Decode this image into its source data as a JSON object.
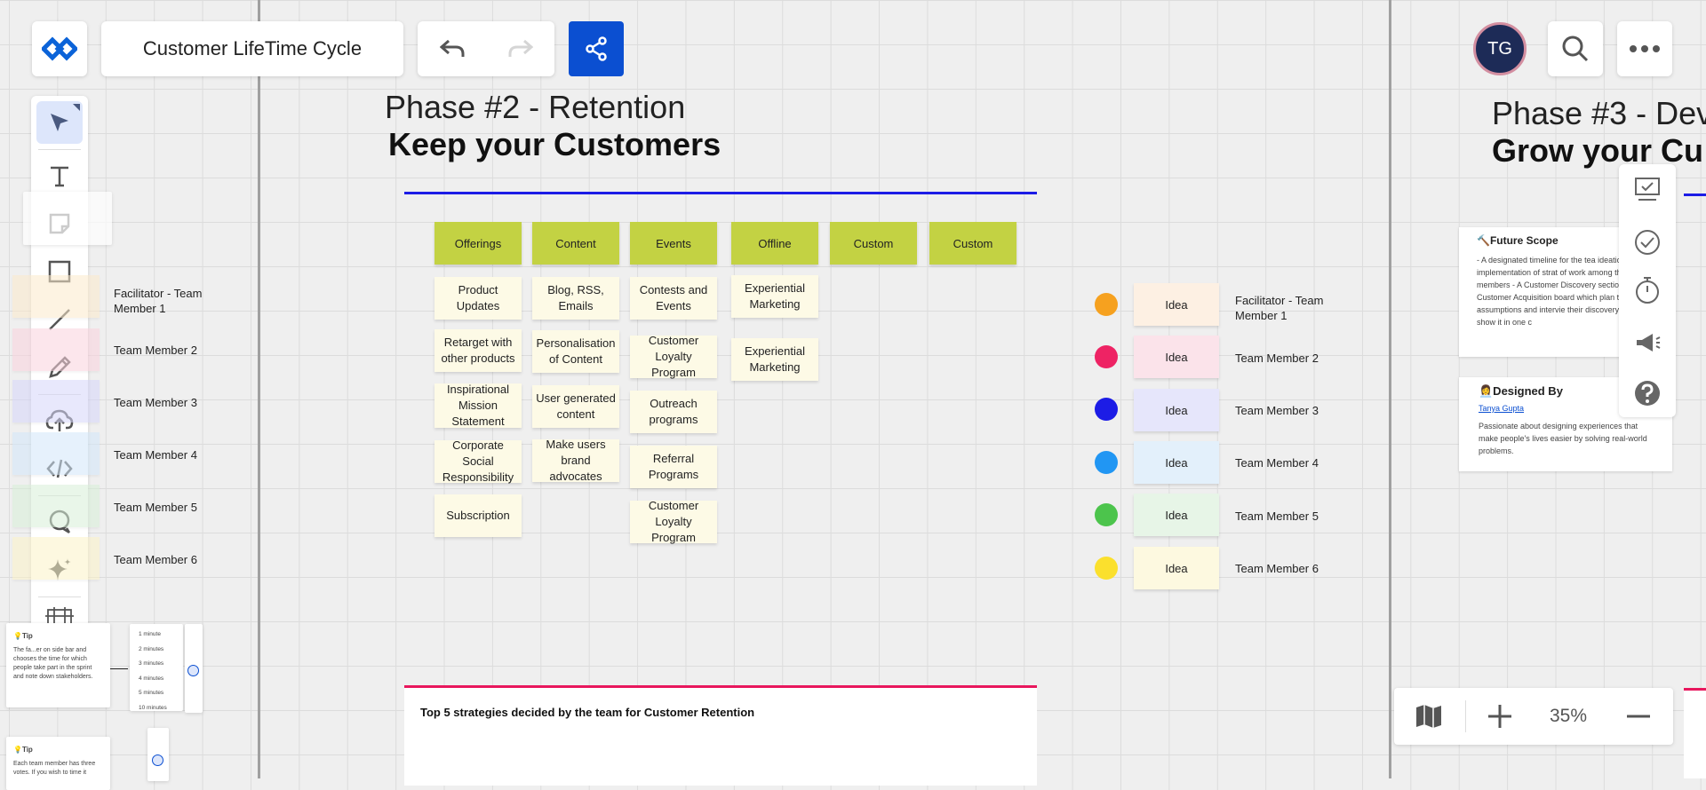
{
  "board": {
    "title": "Customer LifeTime Cycle"
  },
  "user": {
    "initials": "TG"
  },
  "zoom": {
    "level": "35%"
  },
  "phase2": {
    "title": "Phase #2 - Retention",
    "subtitle": "Keep your Customers",
    "columns": [
      {
        "header": "Offerings",
        "items": [
          "Product Updates",
          "Retarget with other products",
          "Inspirational Mission Statement",
          "Corporate Social Responsibility",
          "Subscription"
        ]
      },
      {
        "header": "Content",
        "items": [
          "Blog, RSS, Emails",
          "Personalisation of Content",
          "User generated content",
          "Make users brand advocates"
        ]
      },
      {
        "header": "Events",
        "items": [
          "Contests and Events",
          "Customer Loyalty Program",
          "Outreach programs",
          "Referral Programs",
          "Customer Loyalty Program"
        ]
      },
      {
        "header": "Offline",
        "items": [
          "Experiential Marketing",
          "Experiential Marketing"
        ]
      },
      {
        "header": "Custom",
        "items": []
      },
      {
        "header": "Custom",
        "items": []
      }
    ],
    "strategies_title": "Top 5 strategies decided by the team for Customer Retention"
  },
  "ideas": {
    "label": "Idea",
    "members": [
      {
        "name": "Facilitator - Team Member 1",
        "color": "#f6a11f",
        "bg": "#fdf0e3"
      },
      {
        "name": "Team Member 2",
        "color": "#ee2364",
        "bg": "#fbe3ea"
      },
      {
        "name": "Team Member 3",
        "color": "#1c1ce6",
        "bg": "#e6e6fb"
      },
      {
        "name": "Team Member 4",
        "color": "#2196f3",
        "bg": "#e3f0fb"
      },
      {
        "name": "Team Member 5",
        "color": "#4cc44c",
        "bg": "#e7f5e7"
      },
      {
        "name": "Team Member 6",
        "color": "#fbe02d",
        "bg": "#fdf9e0"
      }
    ]
  },
  "left_members": [
    {
      "name": "Facilitator - Team Member 1",
      "bg": "#fdeacc"
    },
    {
      "name": "Team Member 2",
      "bg": "#fbd3de"
    },
    {
      "name": "Team Member 3",
      "bg": "#d6d6fa"
    },
    {
      "name": "Team Member 4",
      "bg": "#d3e7fa"
    },
    {
      "name": "Team Member 5",
      "bg": "#d8f0d8"
    },
    {
      "name": "Team Member 6",
      "bg": "#fcf3c8"
    }
  ],
  "phase3": {
    "title": "Phase #3 - Dev",
    "subtitle": "Grow your Cu",
    "future_scope": {
      "title": "🔨Future Scope",
      "text": "- A designated timeline for the tea ideation to implementation of strat of work among the team members - A Customer Discovery section bet Customer Acquisition board which plan their assumptions and intervie their discovery and show it in one c"
    },
    "designed_by": {
      "title": "👩‍💼Designed By",
      "link": "Tanya Gupta",
      "text": "Passionate about designing experiences that make people's lives easier by solving real-world problems."
    }
  },
  "tips": {
    "tip1": {
      "title": "💡Tip",
      "text": "The fa...er on side bar and chooses the time for which people take part in the sprint and note down stakeholders."
    },
    "tip2": {
      "title": "💡Tip",
      "text": "Each team member has three votes. If you wish to time it"
    },
    "timer_options": [
      "1 minute",
      "2 minutes",
      "3 minutes",
      "4 minutes",
      "5 minutes",
      "10 minutes"
    ]
  },
  "colors": {
    "accent": "#0b4fd1",
    "header_sticky": "#c3d243",
    "phase_line": "#1c1ce6",
    "strategy_line": "#e8175d"
  }
}
